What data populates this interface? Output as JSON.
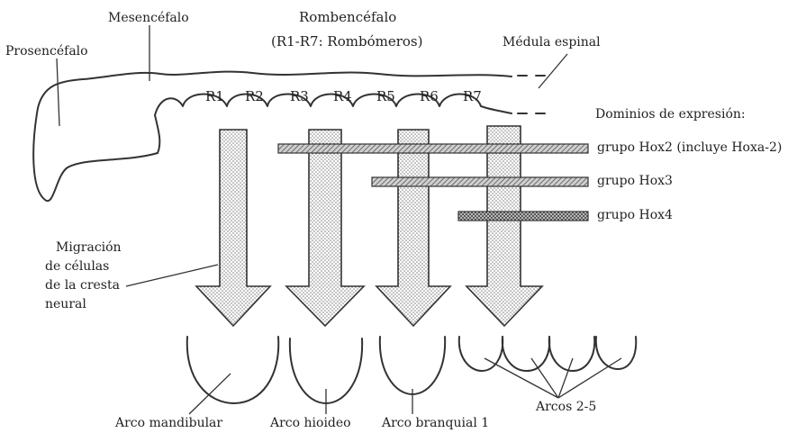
{
  "labels": {
    "prosencefalo": "Prosencéfalo",
    "mesencefalo": "Mesencéfalo",
    "rombencefalo": "Rombencéfalo",
    "rombomeros": "(R1-R7: Rombómeros)",
    "medula": "Médula espinal",
    "dominios": "Dominios de expresión:"
  },
  "rhombomeres": [
    "R1",
    "R2",
    "R3",
    "R4",
    "R5",
    "R6",
    "R7"
  ],
  "hox_groups": [
    {
      "label": "grupo Hox2 (incluye Hoxa-2)"
    },
    {
      "label": "grupo Hox3"
    },
    {
      "label": "grupo Hox4"
    }
  ],
  "migration": [
    "Migración",
    "de células",
    "de la cresta",
    "neural"
  ],
  "arches": {
    "mandibular": "Arco mandibular",
    "hioideo": "Arco hioideo",
    "branquial": "Arco branquial 1",
    "arcos": "Arcos 2-5"
  },
  "colors": {
    "line": "#333333",
    "band_fill": "#8a8a8a"
  }
}
